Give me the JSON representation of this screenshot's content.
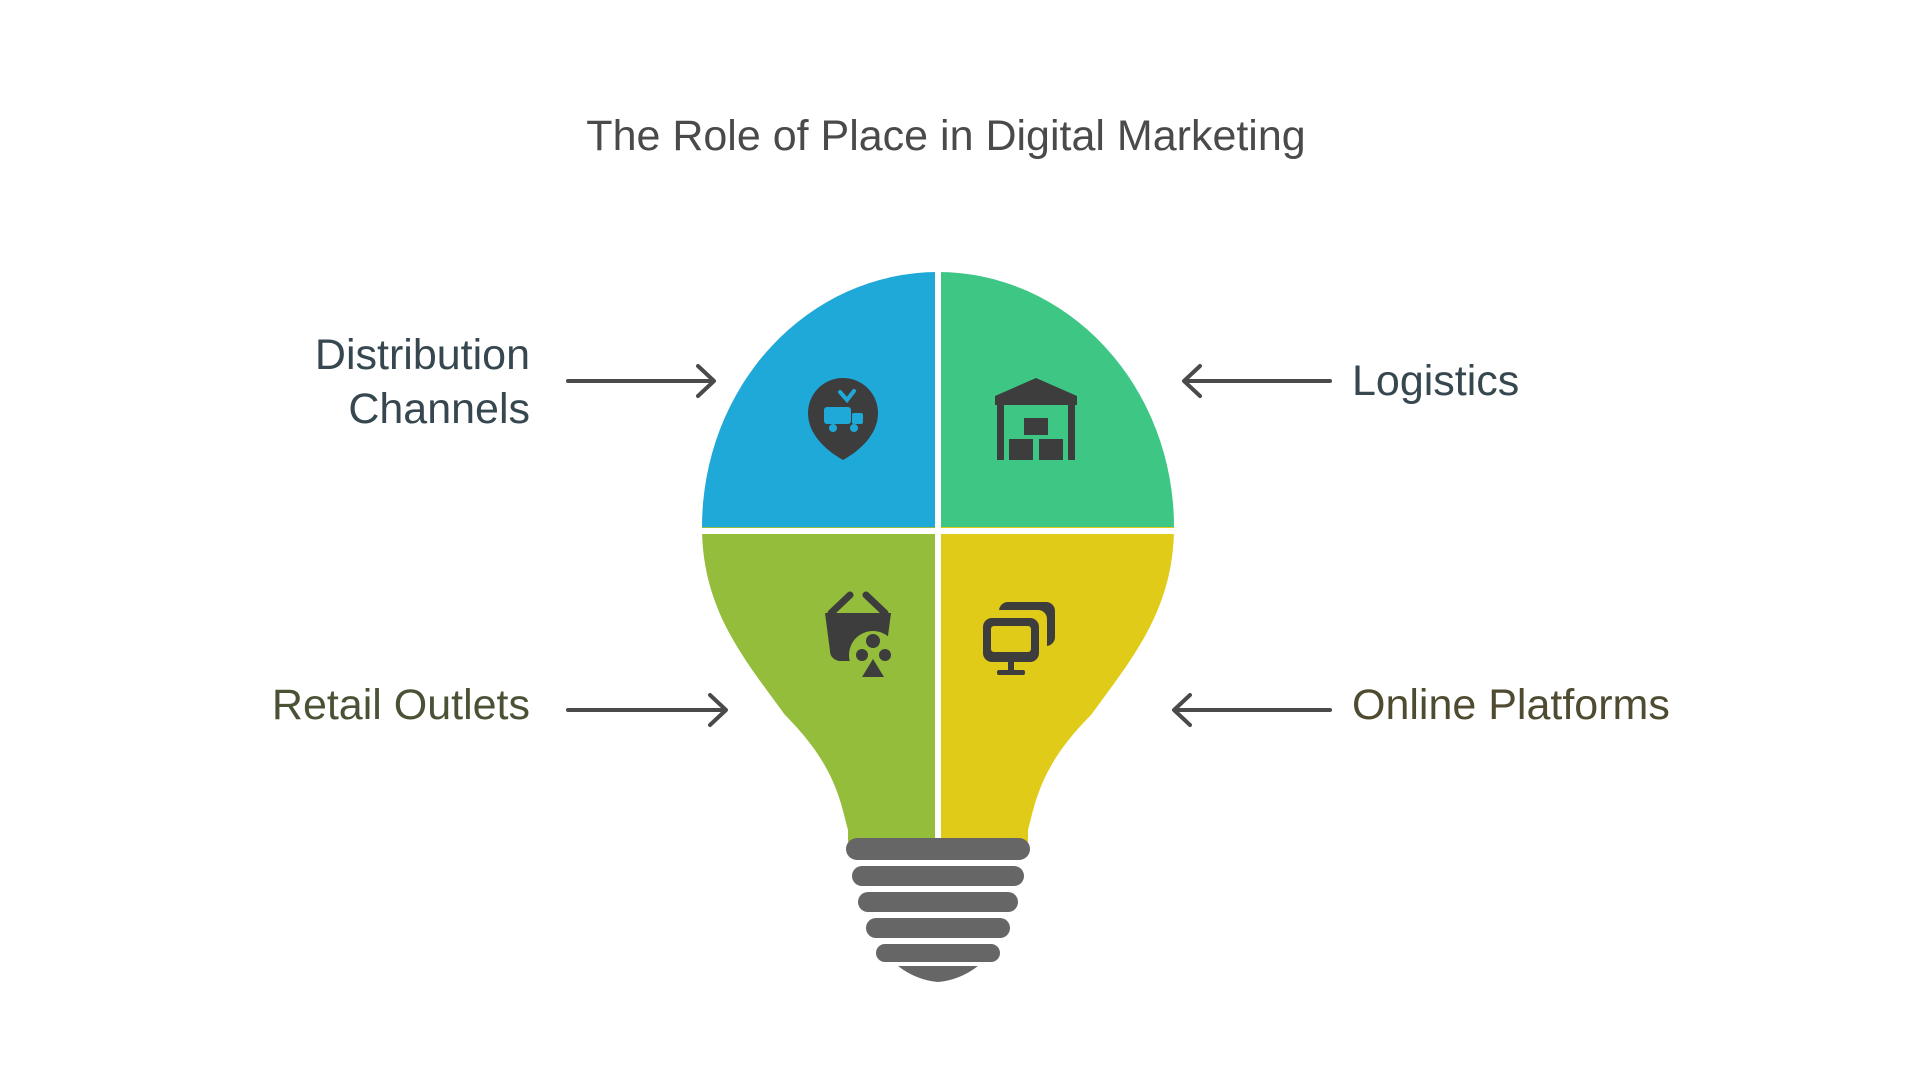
{
  "title": "The Role of Place in Digital Marketing",
  "segments": [
    {
      "id": "distribution-channels",
      "label": "Distribution Channels",
      "color": "#1fa9d9",
      "icon": "location-pin-truck-icon",
      "label_color": "#36474f"
    },
    {
      "id": "logistics",
      "label": "Logistics",
      "color": "#3ec685",
      "icon": "warehouse-icon",
      "label_color": "#36474f"
    },
    {
      "id": "retail-outlets",
      "label": "Retail Outlets",
      "color": "#93bd3a",
      "icon": "shopping-basket-icon",
      "label_color": "#4a5236"
    },
    {
      "id": "online-platforms",
      "label": "Online Platforms",
      "color": "#dfcb18",
      "icon": "monitors-icon",
      "label_color": "#4e4b30"
    }
  ],
  "colors": {
    "bulb_base": "#666666",
    "icon": "#3d3d3d",
    "arrow": "#4a4a4a",
    "title": "#4a4a4a"
  }
}
